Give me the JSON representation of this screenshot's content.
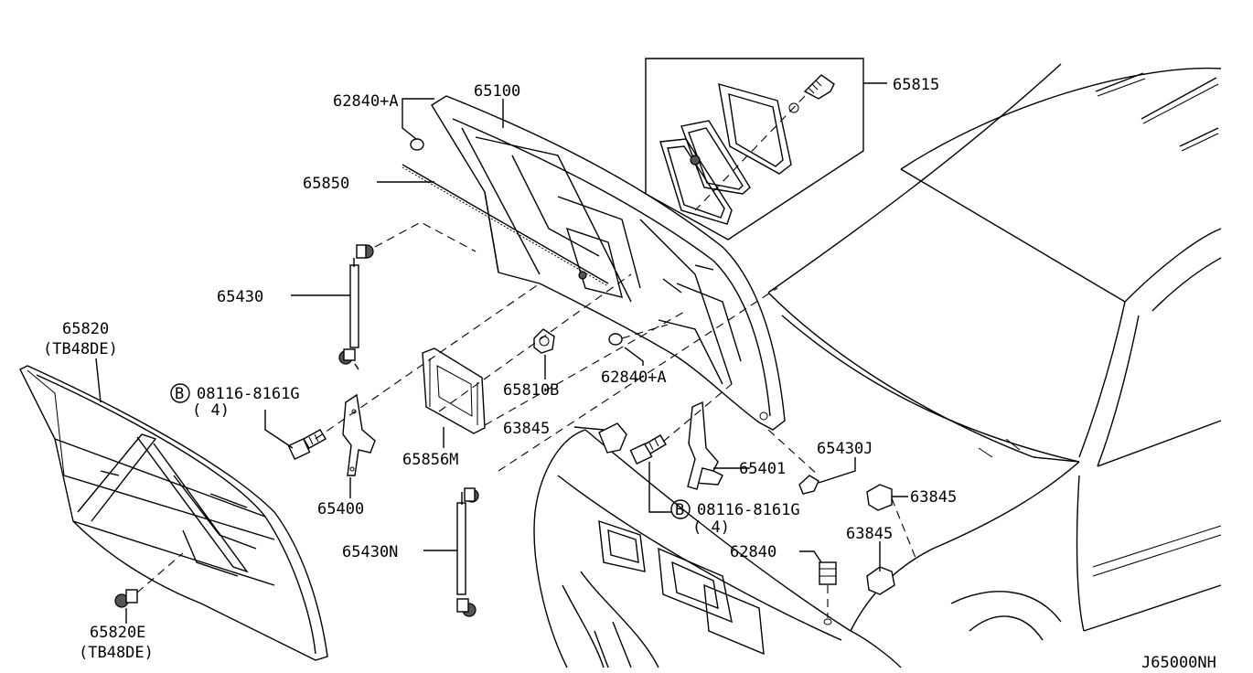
{
  "diagram_id": "J65000NH",
  "parts": {
    "p62840a_top": "62840+A",
    "p65100": "65100",
    "p65815": "65815",
    "p65850": "65850",
    "p65430": "65430",
    "p65820": "65820",
    "p65820_variant": "(TB48DE)",
    "p08116_left": "08116-8161G",
    "p08116_left_qty": "( 4)",
    "p65810b": "65810B",
    "p62840a_mid": "62840+A",
    "p63845_mid": "63845",
    "p65856m": "65856M",
    "p65400": "65400",
    "p65430j": "65430J",
    "p65401": "65401",
    "p63845_right": "63845",
    "p08116_right": "08116-8161G",
    "p08116_right_qty": "( 4)",
    "p63845_low": "63845",
    "p62840": "62840",
    "p65430n": "65430N",
    "p65820e": "65820E",
    "p65820e_variant": "(TB48DE)"
  },
  "bolt_marker": "B"
}
